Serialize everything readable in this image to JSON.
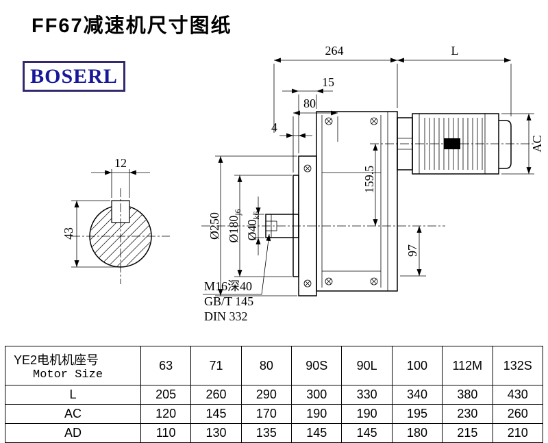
{
  "page": {
    "title": "FF67减速机尺寸图纸",
    "brand": "BOSERL"
  },
  "drawing": {
    "dim_264": "264",
    "dim_L": "L",
    "dim_15": "15",
    "dim_80": "80",
    "dim_4": "4",
    "dim_12": "12",
    "dim_43": "43",
    "dia_flange": "Ø250",
    "dia_spigot_main": "Ø180",
    "dia_spigot_tol": "j6",
    "dia_shaft_main": "Ø40",
    "dia_shaft_tol": "k6",
    "dim_159_5": "159.5",
    "dim_97": "97",
    "dim_AC": "AC",
    "note_line1": "M16深40",
    "note_line2": "GB/T 145",
    "note_line3": "DIN 332"
  },
  "table": {
    "row_header": {
      "cn": "YE2电机机座号",
      "en": "Motor Size"
    },
    "motor_sizes": [
      "63",
      "71",
      "80",
      "90S",
      "90L",
      "100",
      "112M",
      "132S"
    ],
    "rows": [
      {
        "label": "L",
        "values": [
          "205",
          "260",
          "290",
          "300",
          "330",
          "340",
          "380",
          "430"
        ]
      },
      {
        "label": "AC",
        "values": [
          "120",
          "145",
          "170",
          "190",
          "190",
          "195",
          "230",
          "260"
        ]
      },
      {
        "label": "AD",
        "values": [
          "110",
          "130",
          "135",
          "145",
          "145",
          "180",
          "215",
          "210"
        ]
      }
    ]
  }
}
